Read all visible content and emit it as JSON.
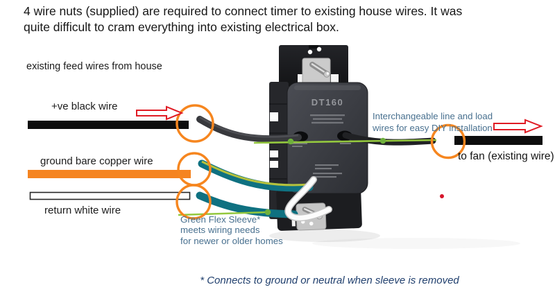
{
  "page": {
    "title_line1": "4 wire nuts (supplied) are required to connect timer to existing house wires. It was",
    "title_line2": "quite difficult to cram everything into existing electrical box.",
    "footnote": "* Connects to ground or neutral when sleeve is removed"
  },
  "left_labels": {
    "feed": "existing feed wires from house",
    "hot": "+ve black wire",
    "ground": "ground bare copper  wire",
    "neutral": "return white wire"
  },
  "right_labels": {
    "interchangeable_line1": "Interchangeable line and load",
    "interchangeable_line2": "wires for easy DIY installation",
    "to_fan": "to fan (existing wire)"
  },
  "sleeve_note": {
    "line1": "Green Flex Sleeve*",
    "line2": "meets wiring needs",
    "line3": "for newer or older homes"
  },
  "device": {
    "model": "DT160"
  },
  "colors": {
    "annotation_orange": "#f6861f",
    "arrow_red": "#e01b24",
    "wire_black": "#0d0d0d",
    "wire_copper": "#f58420",
    "wire_teal": "#0f7181",
    "sleeve_green": "#94c83e",
    "note_slate": "#48708f",
    "footnote_navy": "#21406e",
    "device_body": "#3a3c42"
  }
}
